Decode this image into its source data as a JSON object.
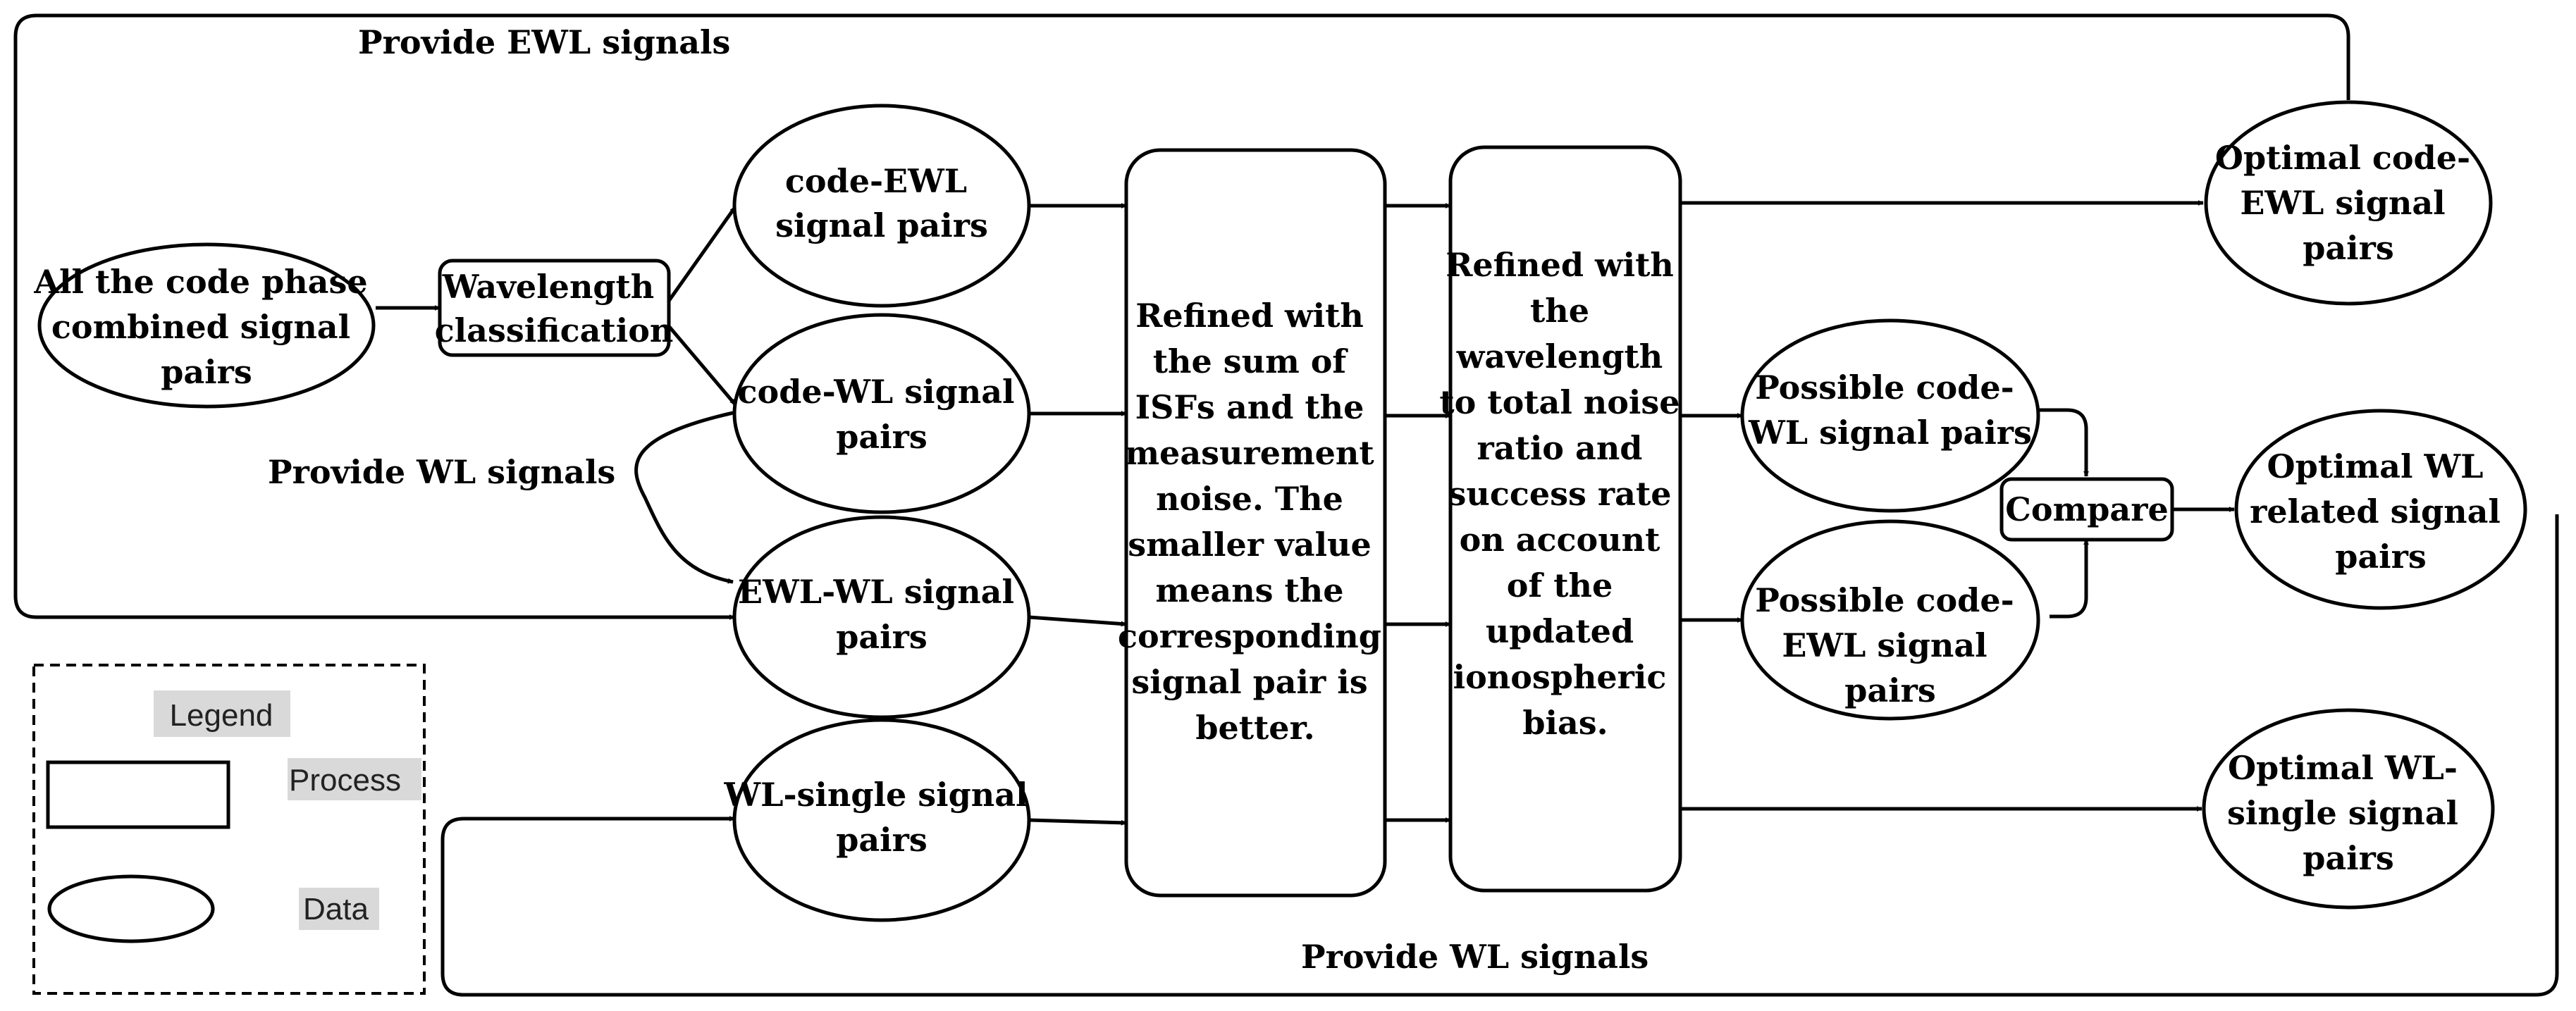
{
  "nodes": {
    "all_pairs": [
      "All the code phase",
      "combined signal",
      "pairs"
    ],
    "classification": [
      "Wavelength",
      "classification"
    ],
    "code_ewl": [
      "code-EWL",
      "signal pairs"
    ],
    "code_wl": [
      "code-WL signal",
      "pairs"
    ],
    "ewl_wl": [
      "EWL-WL signal",
      "pairs"
    ],
    "wl_single": [
      "WL-single signal",
      "pairs"
    ],
    "refine1": [
      "Refined with",
      "the sum of",
      "ISFs and the",
      "measurement",
      "noise. The",
      "smaller value",
      "means  the",
      "corresponding",
      "signal pair is",
      "better."
    ],
    "refine2": [
      "Refined with",
      "the",
      "wavelength",
      "to total noise",
      "ratio and",
      "success rate",
      "on account",
      "of the",
      "updated",
      "ionospheric",
      "bias."
    ],
    "possible_wl": [
      "Possible code-",
      "WL signal pairs"
    ],
    "possible_ewl": [
      "Possible code-",
      "EWL signal",
      "pairs"
    ],
    "compare": [
      "Compare"
    ],
    "opt_ewl": [
      "Optimal code-",
      "EWL signal",
      "pairs"
    ],
    "opt_wl": [
      "Optimal WL",
      "related signal",
      "pairs"
    ],
    "opt_single": [
      "Optimal WL-",
      "single signal",
      "pairs"
    ]
  },
  "edge_labels": {
    "provide_ewl": "Provide EWL signals",
    "provide_wl_left": "Provide WL signals",
    "provide_wl_bottom": "Provide WL signals"
  },
  "legend": {
    "title": "Legend",
    "process": "Process",
    "data": "Data",
    "highlight_color": "#d9d9d9"
  }
}
